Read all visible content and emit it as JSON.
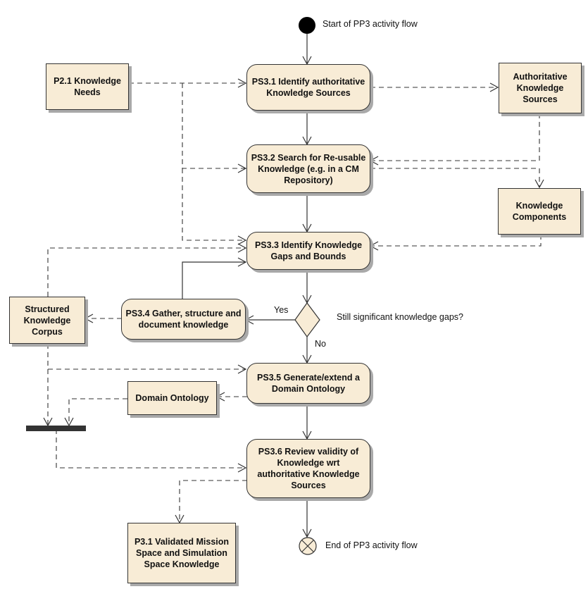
{
  "start_label": "Start of PP3 activity flow",
  "end_label": "End of PP3 activity flow",
  "decision_question": "Still significant knowledge gaps?",
  "decision_yes": "Yes",
  "decision_no": "No",
  "activities": {
    "ps31": "PS3.1 Identify authoritative\nKnowledge Sources",
    "ps32": "PS3.2 Search for Re-usable\nKnowledge (e.g. in a CM\nRepository)",
    "ps33": "PS3.3 Identify Knowledge\nGaps and Bounds",
    "ps34": "PS3.4 Gather, structure and\ndocument knowledge",
    "ps35": "PS3.5 Generate/extend a\nDomain Ontology",
    "ps36": "PS3.6 Review validity of\nKnowledge wrt\nauthoritative Knowledge\nSources"
  },
  "objects": {
    "p21": "P2.1 Knowledge\nNeeds",
    "auth_sources": "Authoritative\nKnowledge\nSources",
    "components": "Knowledge\nComponents",
    "corpus": "Structured\nKnowledge\nCorpus",
    "ontology": "Domain Ontology",
    "p31": "P3.1 Validated Mission\nSpace and Simulation\nSpace Knowledge"
  },
  "colors": {
    "node_fill": "#f8ecd6",
    "stroke": "#333333",
    "shadow": "#a9a9a9"
  }
}
